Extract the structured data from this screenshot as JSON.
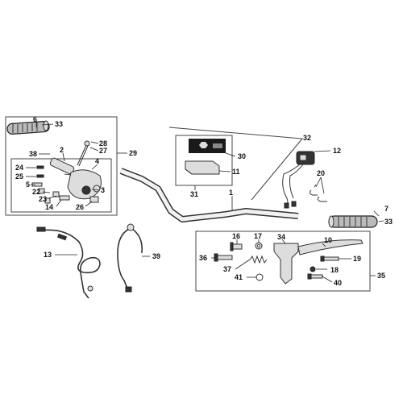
{
  "callouts": {
    "c1": "1",
    "c2": "2",
    "c3": "3",
    "c4": "4",
    "c5": "5",
    "c6l": "6",
    "c7": "7",
    "c10": "10",
    "c11": "11",
    "c12": "12",
    "c13": "13",
    "c14": "14",
    "c16": "16",
    "c17": "17",
    "c18": "18",
    "c19": "19",
    "c20": "20",
    "c22": "22",
    "c23": "23",
    "c24": "24",
    "c25": "25",
    "c26": "26",
    "c27": "27",
    "c28": "28",
    "c29": "29",
    "c30": "30",
    "c31": "31",
    "c32": "32",
    "c33l": "33",
    "c33r": "33",
    "c34": "34",
    "c35": "35",
    "c36": "36",
    "c37": "37",
    "c38": "38",
    "c39": "39",
    "c40": "40",
    "c41": "41"
  }
}
